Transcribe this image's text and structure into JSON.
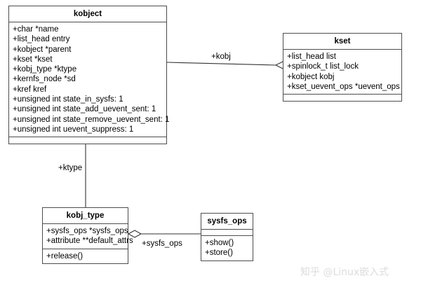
{
  "diagram": {
    "type": "uml-class-diagram",
    "background_color": "#ffffff",
    "line_color": "#4d4d4d",
    "classes": [
      {
        "id": "kobject",
        "name": "kobject",
        "attributes": [
          "+char *name",
          "+list_head entry",
          "+kobject *parent",
          "+kset *kset",
          "+kobj_type *ktype",
          "+kernfs_node *sd",
          "+kref kref",
          "+unsigned int state_in_sysfs: 1",
          "+unsigned int state_add_uevent_sent: 1",
          "+unsigned int state_remove_uevent_sent: 1",
          "+unsigned int uevent_suppress: 1"
        ],
        "methods": []
      },
      {
        "id": "kset",
        "name": "kset",
        "attributes": [
          "+list_head list",
          "+spinlock_t list_lock",
          "+kobject kobj",
          "+kset_uevent_ops *uevent_ops"
        ],
        "methods": []
      },
      {
        "id": "kobj_type",
        "name": "kobj_type",
        "attributes": [
          "+sysfs_ops *sysfs_ops",
          "+attribute **default_attrs"
        ],
        "methods": [
          "+release()"
        ]
      },
      {
        "id": "sysfs_ops",
        "name": "sysfs_ops",
        "attributes": [],
        "methods": [
          "+show()",
          "+store()"
        ]
      }
    ],
    "relations": [
      {
        "id": "kobject-kset",
        "label": "+kobj",
        "from": "kset",
        "to": "kobject",
        "kind": "aggregation"
      },
      {
        "id": "kobject-kobj_type",
        "label": "+ktype",
        "from": "kobject",
        "to": "kobj_type",
        "kind": "aggregation"
      },
      {
        "id": "kobj_type-sysfs_ops",
        "label": "+sysfs_ops",
        "from": "kobj_type",
        "to": "sysfs_ops",
        "kind": "aggregation"
      }
    ]
  },
  "watermark": {
    "text": "知乎 @Linux嵌入式"
  }
}
